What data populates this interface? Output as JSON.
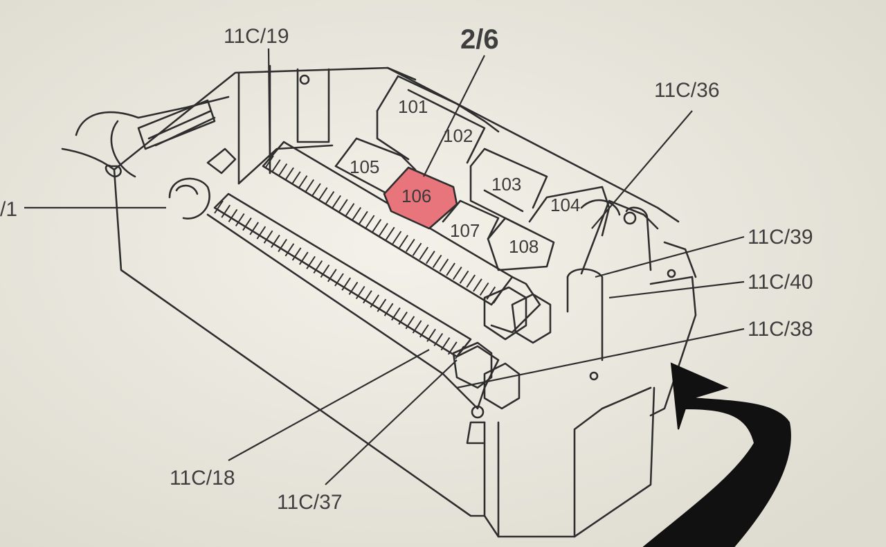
{
  "diagram": {
    "highlight_color": "#e8747c",
    "line_color": "#2e2e2e",
    "background_color": "#ebe9df",
    "callouts": {
      "top_left": "11C/19",
      "top_center": "2/6",
      "top_right": "11C/36",
      "left_edge": "/1",
      "right_1": "11C/39",
      "right_2": "11C/40",
      "right_3": "11C/38",
      "bottom_1": "11C/18",
      "bottom_2": "11C/37"
    },
    "fuses": {
      "f101": "101",
      "f102": "102",
      "f103": "103",
      "f104": "104",
      "f105": "105",
      "f106": "106",
      "f107": "107",
      "f108": "108"
    },
    "highlighted_fuse": "106",
    "arrow_icon": "curved-arrow-icon"
  }
}
